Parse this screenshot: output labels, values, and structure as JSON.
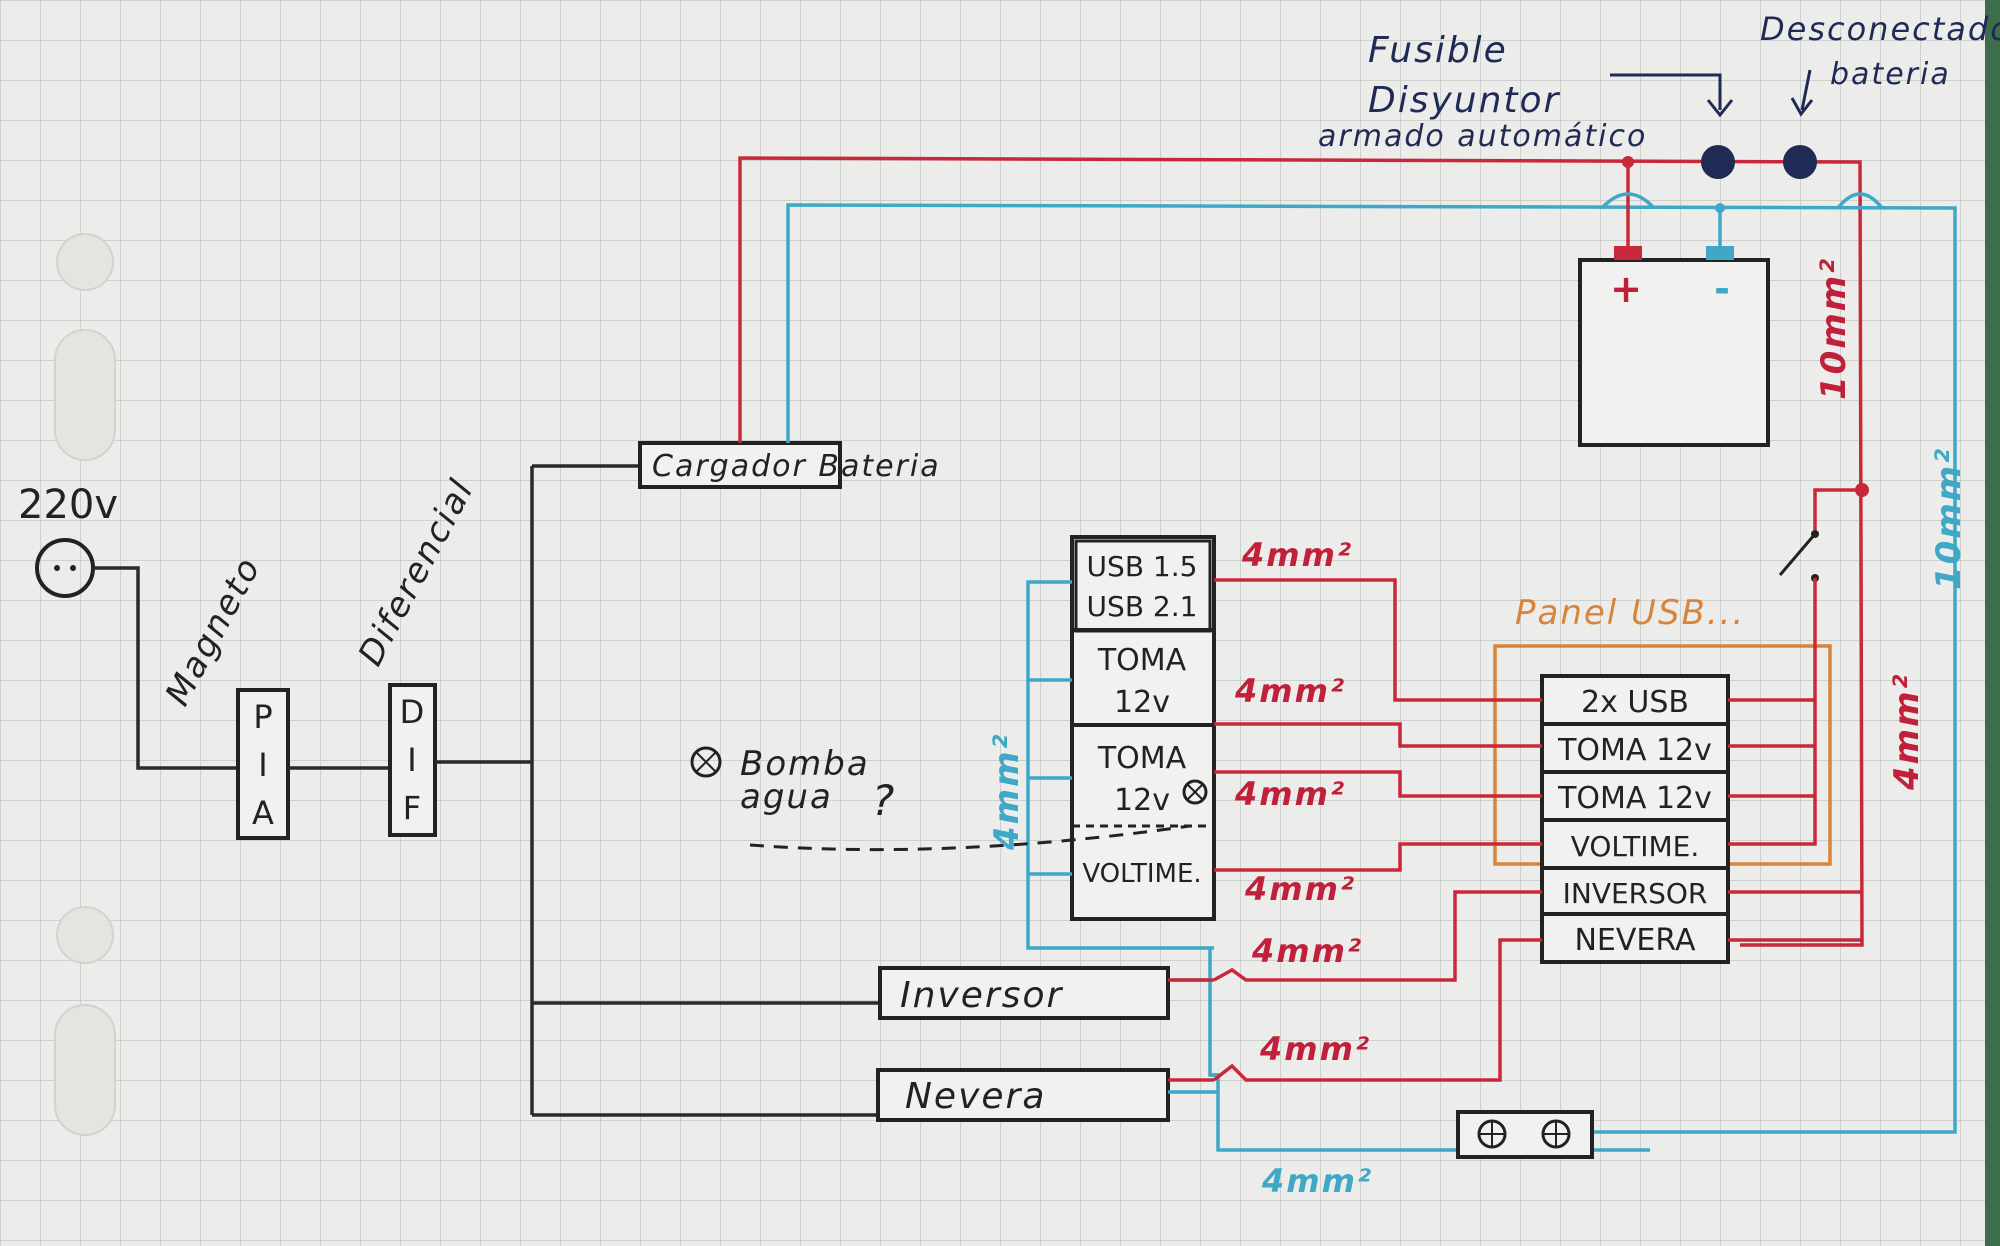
{
  "sources": {
    "mains": "220v"
  },
  "protection": {
    "magneto_label": "Magneto",
    "pia_letters": [
      "P",
      "I",
      "A"
    ],
    "diferencial_label": "Diferencial",
    "dif_letters": [
      "D",
      "I",
      "F"
    ]
  },
  "charger": {
    "label": "Cargador Bateria"
  },
  "top_labels": {
    "fusible": "Fusible",
    "disyuntor": "Disyuntor",
    "armado": "armado automático",
    "desconectador": "Desconectador",
    "bateria": "bateria"
  },
  "battery": {
    "plus": "+",
    "minus": "-"
  },
  "fuse_box": {
    "items": [
      "USB 1.5",
      "USB 2.1",
      "TOMA",
      "12v",
      "TOMA",
      "12v",
      "VOLTIME."
    ]
  },
  "panel": {
    "title": "Panel USB...",
    "items": [
      "2x USB",
      "TOMA 12v",
      "TOMA 12v",
      "VOLTIME.",
      "INVERSOR",
      "NEVERA"
    ]
  },
  "devices": {
    "inversor": "Inversor",
    "nevera": "Nevera"
  },
  "pump": {
    "line1": "Bomba",
    "line2": "agua",
    "q": "?"
  },
  "wire_labels": {
    "red_10": "10mm²",
    "blue_10": "10mm²",
    "red_4_vertical": "4mm²",
    "blue_4_vertical": "4mm²",
    "blue_4_bottom": "4mm²",
    "r1": "4mm²",
    "r2": "4mm²",
    "r3": "4mm²",
    "r4": "4mm²",
    "r5": "4mm²",
    "r6": "4mm²"
  },
  "colors": {
    "positive": "#c8283a",
    "negative": "#3fa8c6",
    "ac": "#2a2a2a",
    "panel_outline": "#d8843a",
    "ink_blue": "#1f2a55"
  }
}
